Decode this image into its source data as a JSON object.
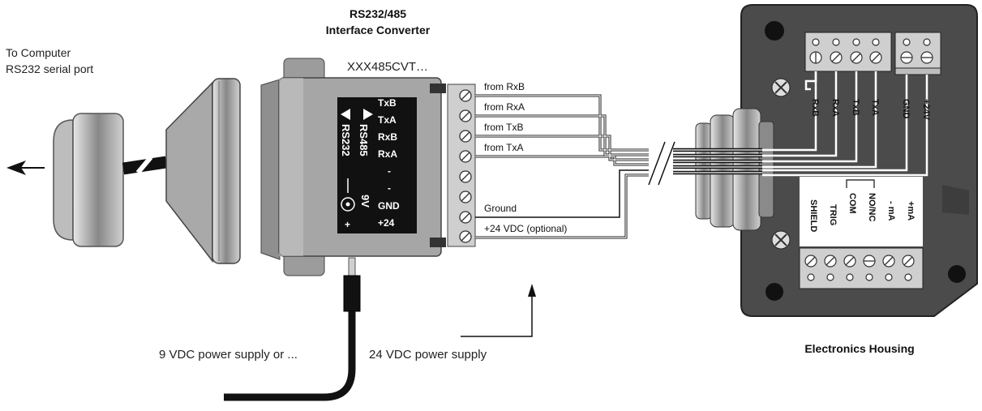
{
  "converter": {
    "title_line1": "RS232/485",
    "title_line2": "Interface Converter",
    "model": "XXX485CVT…",
    "panel": {
      "labels": [
        "TxB",
        "TxA",
        "RxB",
        "RxA",
        "-",
        "-",
        "GND",
        "+24"
      ],
      "rs485": "RS485",
      "rs232": "RS232",
      "volt": "9V",
      "plus": "+"
    }
  },
  "computer": {
    "line1": "To Computer",
    "line2": "RS232 serial port"
  },
  "wires": {
    "from_rxb": "from RxB",
    "from_rxa": "from RxA",
    "from_txb": "from TxB",
    "from_txa": "from TxA",
    "ground": "Ground",
    "v24": "+24 VDC (optional)"
  },
  "power": {
    "vdc9": "9 VDC power supply or ...",
    "vdc24": "24 VDC power supply"
  },
  "housing": {
    "title": "Electronics Housing",
    "top_terminals": [
      "RxB",
      "RxA",
      "TxB",
      "TxA",
      "GND",
      "+24V"
    ],
    "bottom_terminals": [
      "SHIELD",
      "TRIG",
      "COM",
      "NO/NC",
      "- mA",
      "+mA"
    ]
  }
}
